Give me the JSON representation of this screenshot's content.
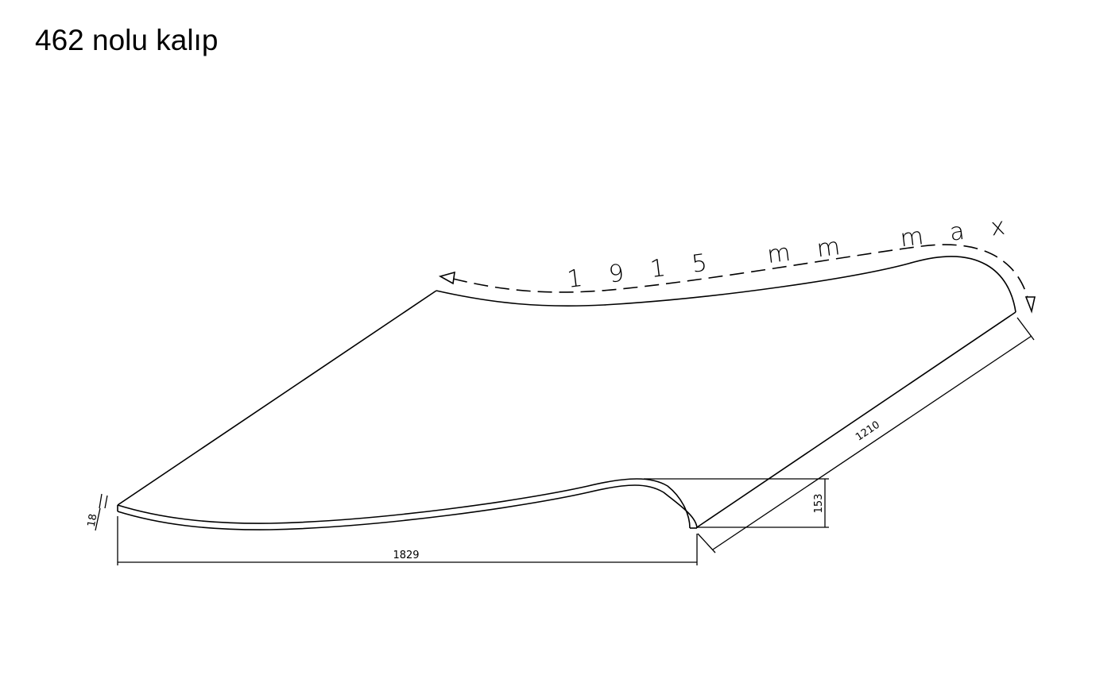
{
  "title": "462 nolu kalıp",
  "drawing": {
    "arc_length_label": "1 9 1 5   m m   m a x",
    "dim_length": "1829",
    "dim_width": "1210",
    "dim_height": "153",
    "dim_thickness": "18"
  }
}
